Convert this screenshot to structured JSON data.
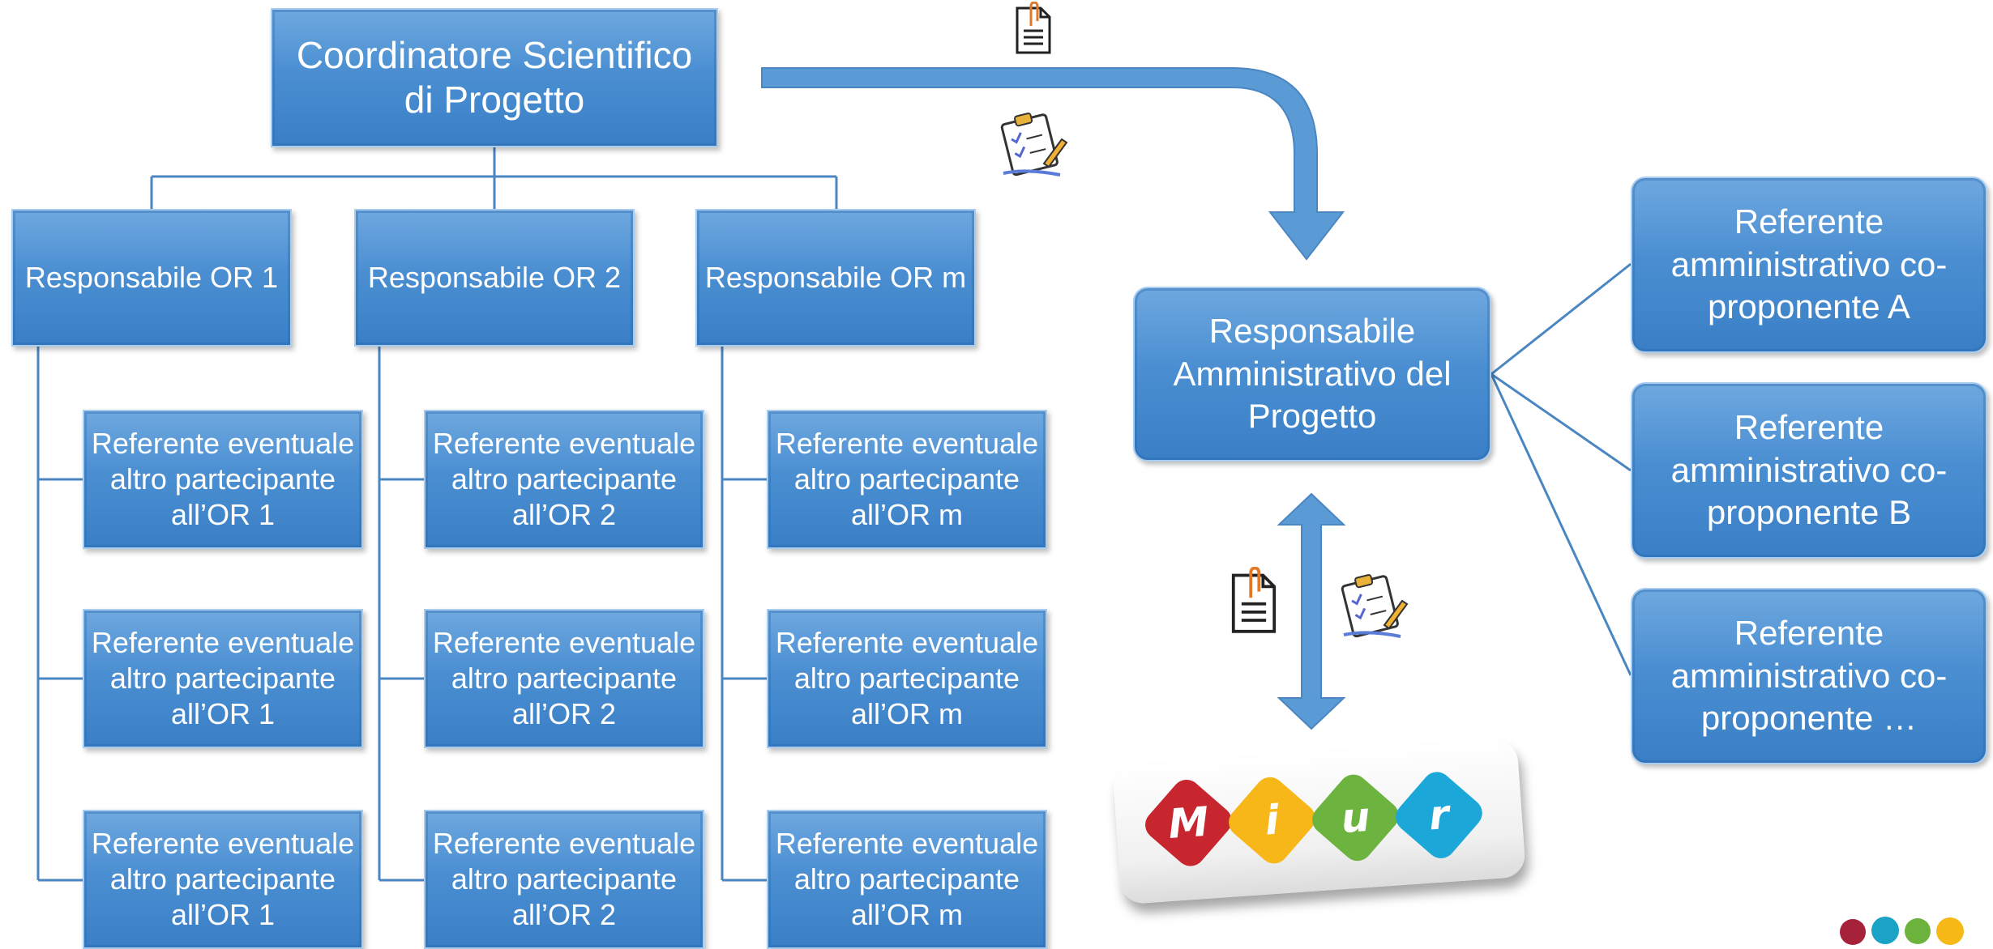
{
  "colors": {
    "box_fill": "#4b8fd2",
    "connector": "#4a86c2",
    "arrow": "#5b9bd5",
    "logo_letters": [
      "#c8262f",
      "#f7b718",
      "#6db33f",
      "#1ba8d8"
    ]
  },
  "coordinator": {
    "label": "Coordinatore Scientifico\ndi Progetto"
  },
  "or_responsibles": [
    {
      "label": "Responsabile OR 1"
    },
    {
      "label": "Responsabile OR 2"
    },
    {
      "label": "Responsabile OR m"
    }
  ],
  "referents": [
    [
      "Referente eventuale\naltro partecipante\nall’OR 1",
      "Referente eventuale\naltro partecipante\nall’OR 1",
      "Referente eventuale\naltro partecipante\nall’OR 1"
    ],
    [
      "Referente eventuale\naltro partecipante\nall’OR 2",
      "Referente eventuale\naltro partecipante\nall’OR 2",
      "Referente eventuale\naltro partecipante\nall’OR 2"
    ],
    [
      "Referente eventuale\naltro partecipante\nall’OR m",
      "Referente eventuale\naltro partecipante\nall’OR m",
      "Referente eventuale\naltro partecipante\nall’OR m"
    ]
  ],
  "admin": {
    "label": "Responsabile\nAmministrativo del\nProgetto"
  },
  "co_proponents": [
    {
      "label": "Referente\namministrativo co-\nproponente A"
    },
    {
      "label": "Referente\namministrativo co-\nproponente B"
    },
    {
      "label": "Referente\namministrativo co-\nproponente …"
    }
  ],
  "logo": {
    "letters": [
      "M",
      "i",
      "u",
      "r"
    ]
  },
  "icons": [
    "document-clip-icon",
    "clipboard-checklist-icon",
    "document-clip-icon",
    "clipboard-checklist-icon"
  ]
}
